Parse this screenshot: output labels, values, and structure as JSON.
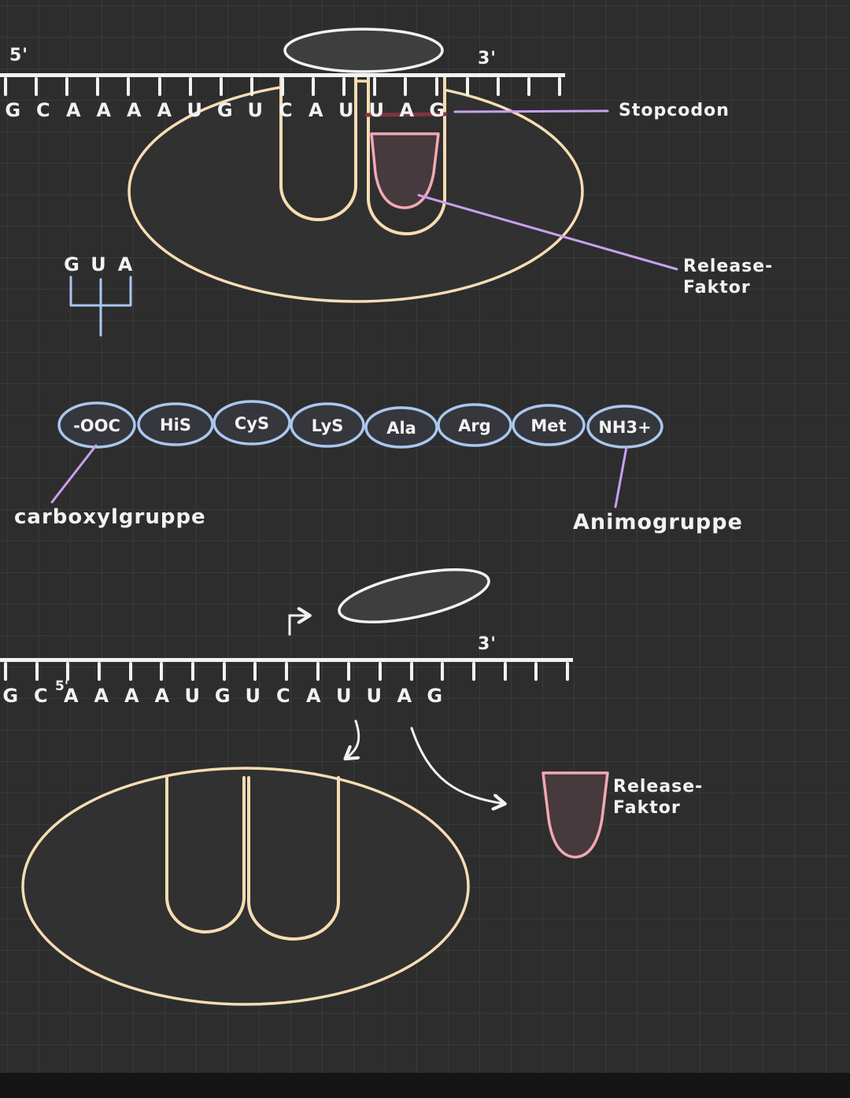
{
  "colors": {
    "background": "#2d2d2e",
    "grid": "#3a3a3b",
    "ink": "#f2f2f2",
    "ribosome_cream": "#f6ddb2",
    "release_pink": "#f3a8b4",
    "trna_blue": "#a9c7ef",
    "pointer_lavender": "#c9a0ee",
    "stopcodon_red": "#7e3440"
  },
  "top_diagram": {
    "five_prime": "5'",
    "three_prime": "3'",
    "sequence": [
      "G",
      "C",
      "A",
      "A",
      "A",
      "A",
      "U",
      "G",
      "U",
      "C",
      "A",
      "U",
      "U",
      "A",
      "G"
    ],
    "stopcodon_label": "Stopcodon",
    "release_factor_line1": "Release-",
    "release_factor_line2": "Faktor",
    "trna_anticodon": [
      "G",
      "U",
      "A"
    ]
  },
  "peptide_chain": {
    "units": [
      "-OOC",
      "HiS",
      "CyS",
      "LyS",
      "Ala",
      "Arg",
      "Met",
      "NH3+"
    ],
    "carboxyl_label": "carboxylgruppe",
    "amino_label": "Animogruppe"
  },
  "bottom_diagram": {
    "five_prime": "5'",
    "three_prime": "3'",
    "sequence": [
      "G",
      "C",
      "A",
      "A",
      "A",
      "A",
      "U",
      "G",
      "U",
      "C",
      "A",
      "U",
      "U",
      "A",
      "G"
    ],
    "release_factor_line1": "Release-",
    "release_factor_line2": "Faktor"
  }
}
